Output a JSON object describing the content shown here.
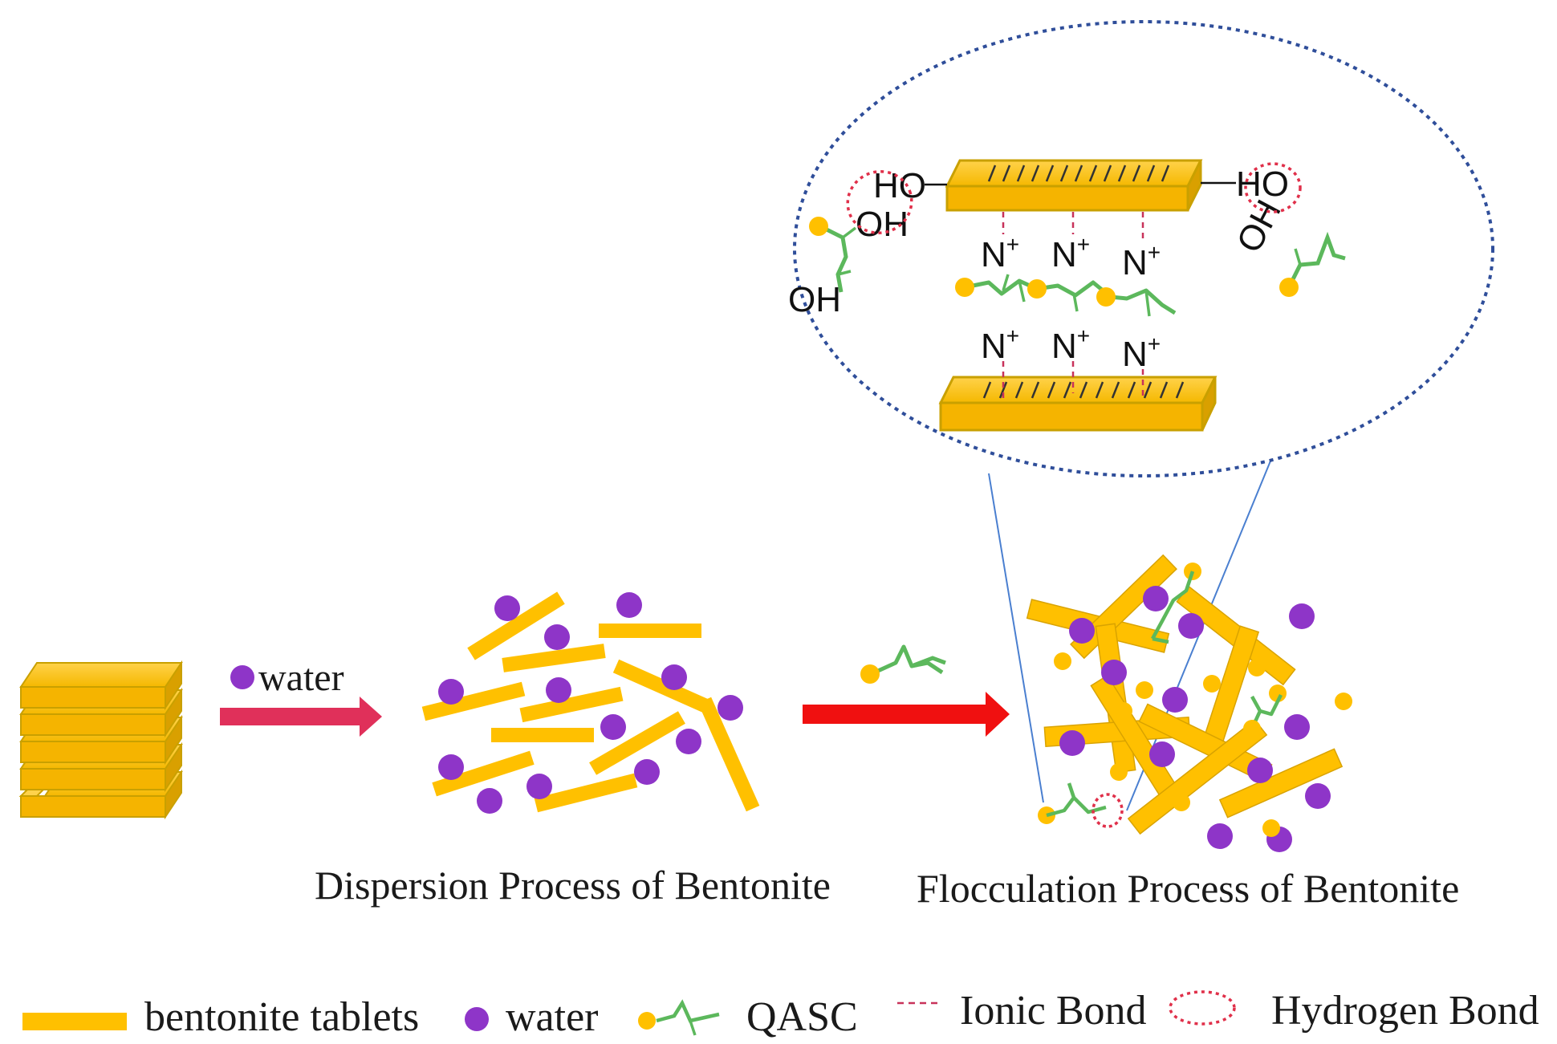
{
  "labels": {
    "water_arrow": "water",
    "dispersion_caption": "Dispersion Process of Bentonite",
    "flocculation_caption": "Flocculation Process of Bentonite"
  },
  "inset": {
    "ho_left": "HO",
    "oh_left_top": "OH",
    "oh_left_bottom": "OH",
    "ho_right": "HO",
    "oh_right": "OH",
    "n_plus_base": "N",
    "n_plus_sup": "+"
  },
  "legend": {
    "bentonite": "bentonite tablets",
    "water": "water",
    "qasc": "QASC",
    "ionic": "Ionic Bond",
    "hydrogen": "Hydrogen Bond"
  },
  "colors": {
    "bentonite": "#FFC000",
    "bentonite_dark": "#C9A000",
    "water": "#8E35C8",
    "qasc_head": "#FFC000",
    "qasc_chain": "#5CB85C",
    "arrow_pink": "#E0305A",
    "arrow_red": "#F01010",
    "ionic_bond": "#C8325A",
    "hydrogen_bond": "#E0304A",
    "inset_border": "#2F4E9A",
    "zoom_lines": "#4A7FD0"
  }
}
